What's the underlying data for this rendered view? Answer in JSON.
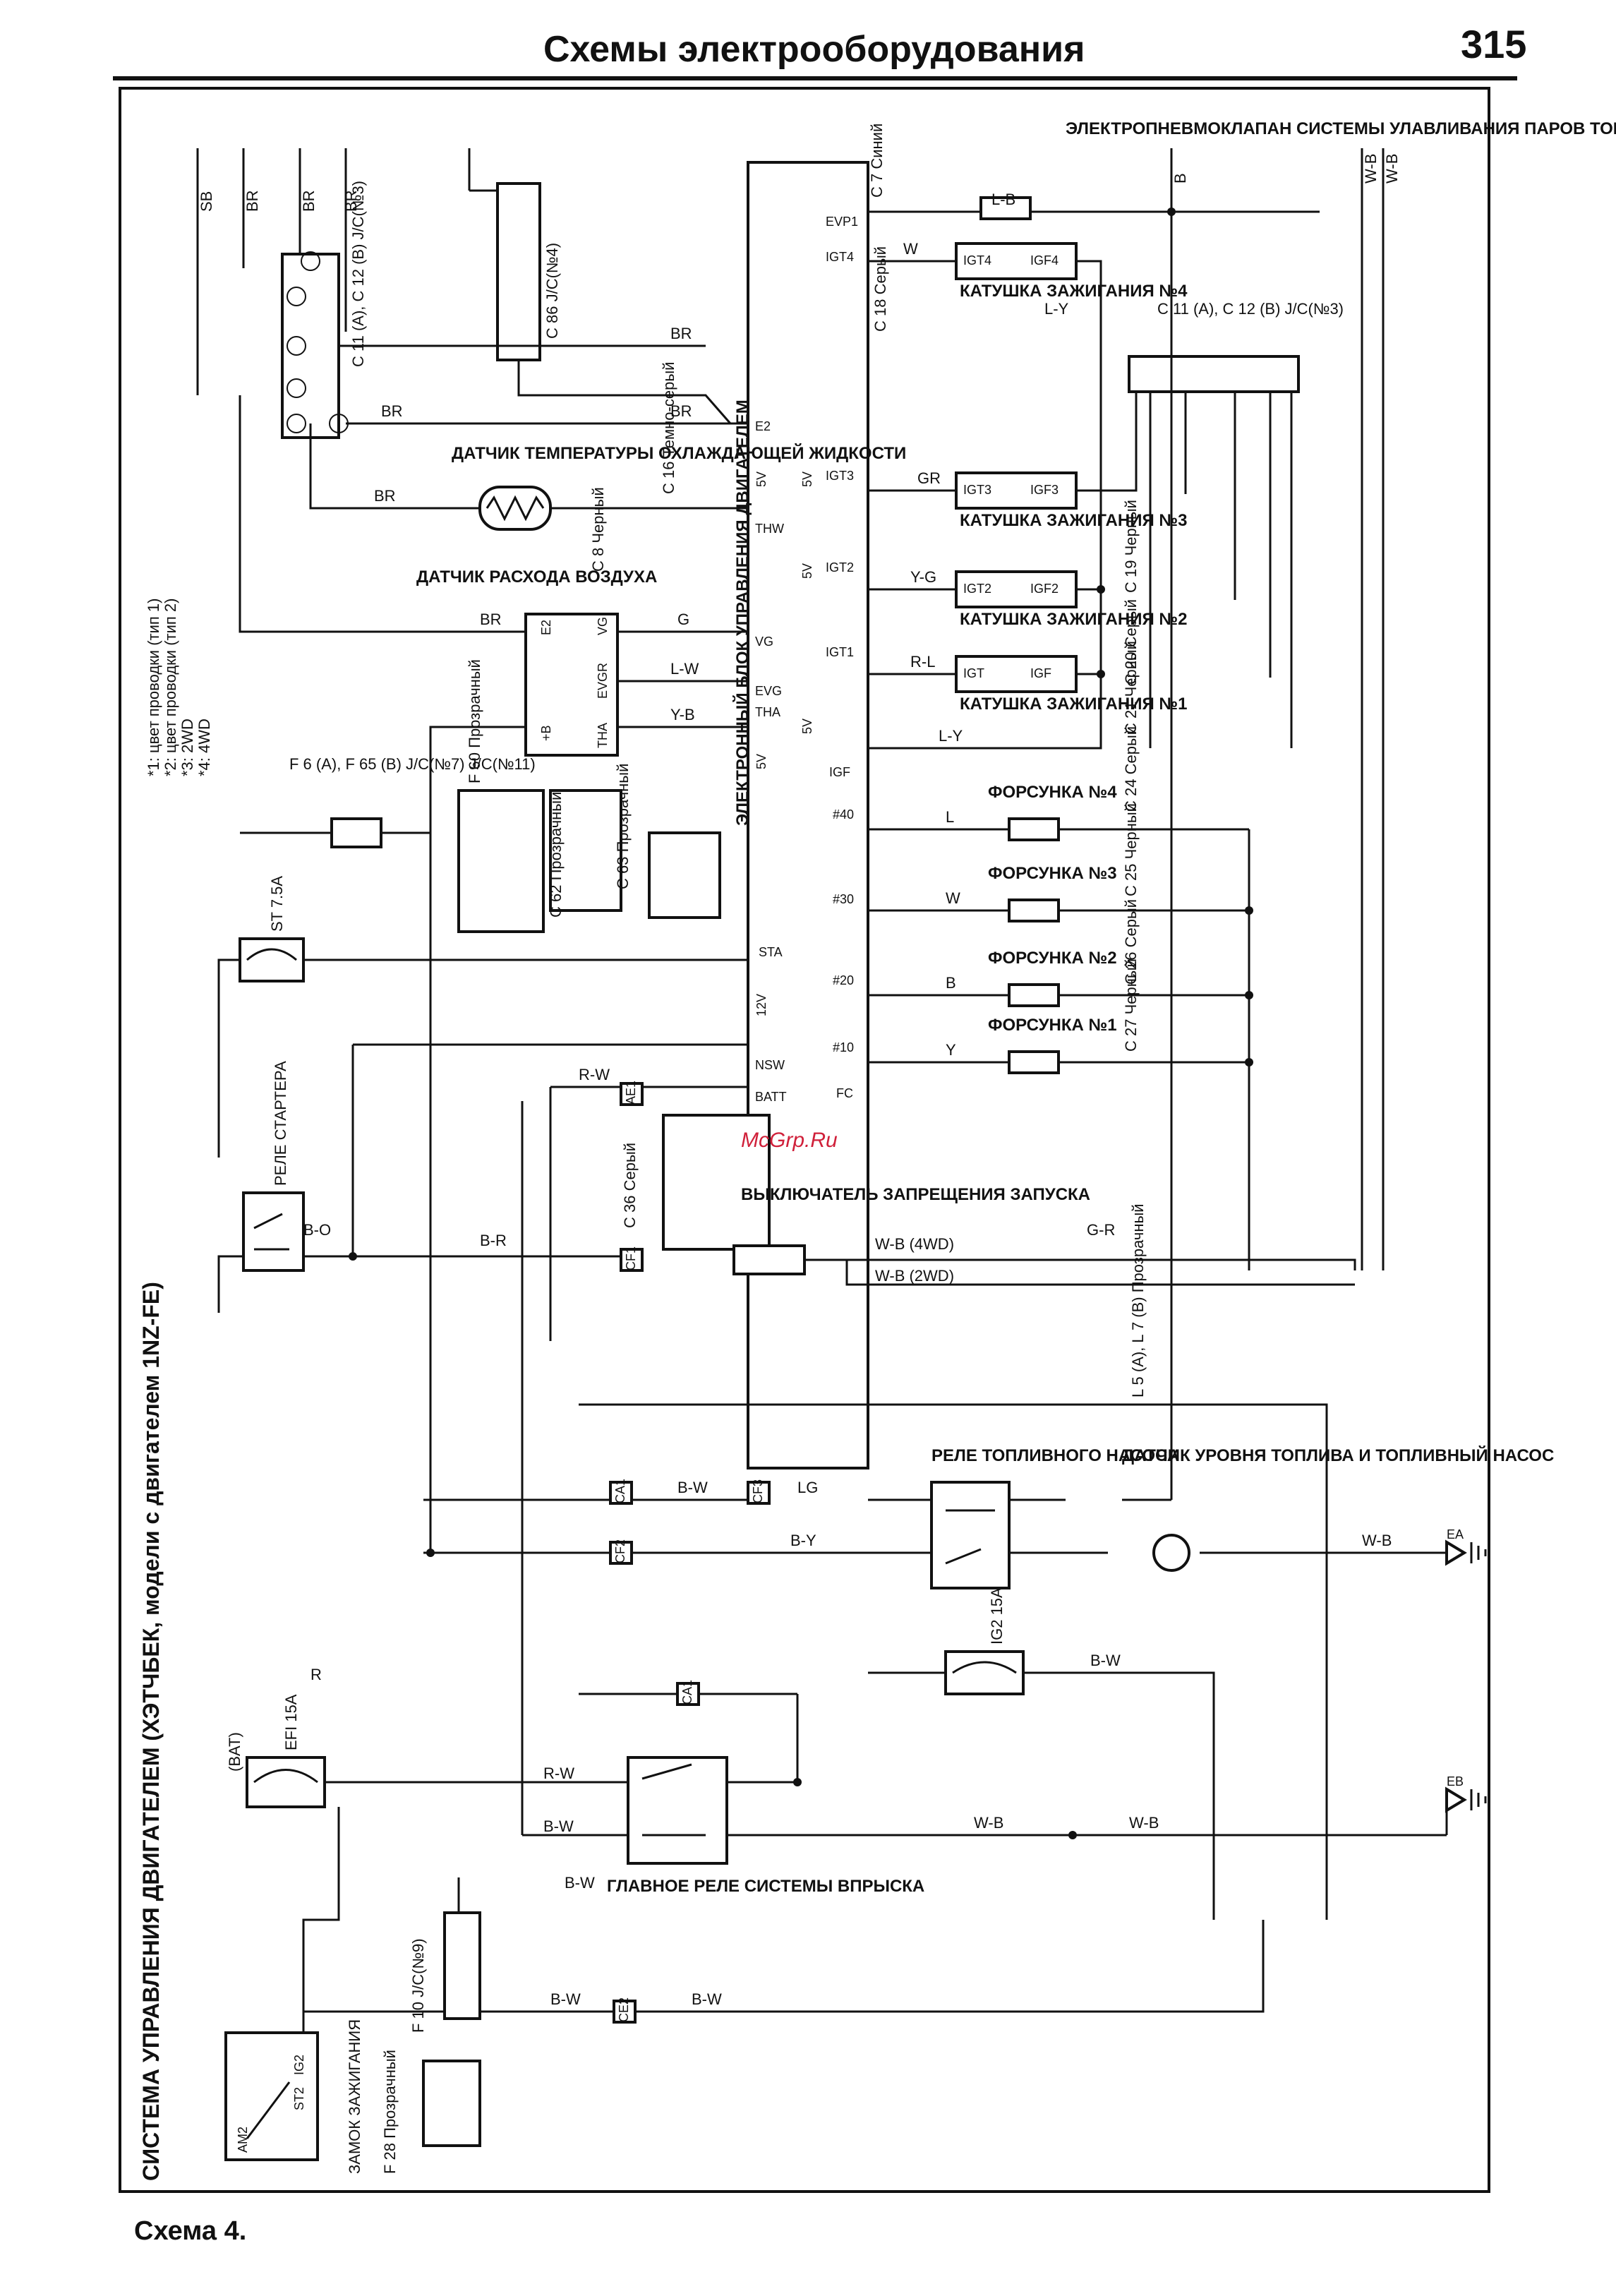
{
  "header": {
    "title": "Схемы электрооборудования",
    "page_number": "315"
  },
  "caption": "Схема 4.",
  "watermark": "McGrp.Ru",
  "side_title": "СИСТЕМА УПРАВЛЕНИЯ ДВИГАТЕЛЕМ (ХЭТЧБЕК, модели с двигателем 1NZ-FE)",
  "footnotes": [
    "*1: цвет проводки (тип 1)",
    "*2: цвет проводки (тип 2)",
    "*3: 2WD",
    "*4: 4WD"
  ],
  "ecu": {
    "label": "ЭЛЕКТРОННЫЙ БЛОК УПРАВЛЕНИЯ ДВИГАТЕЛЕМ",
    "terminals": [
      "EVP1",
      "IGT4",
      "E2",
      "THW",
      "IGT3",
      "IGT2",
      "VG",
      "IGT1",
      "EVG",
      "THA",
      "IGF",
      "#40",
      "#30",
      "STA",
      "#20",
      "NSW",
      "#10",
      "BATT",
      "FC"
    ],
    "voltages": [
      "5V",
      "5V",
      "5V",
      "5V",
      "5V",
      "12V"
    ]
  },
  "components": {
    "evap_valve": "ЭЛЕКТРОПНЕВМОКЛАПАН СИСТЕМЫ УЛАВЛИВАНИЯ ПАРОВ ТОПЛИВА",
    "evap_connector": "C 7 Синий",
    "coolant_sensor": "ДАТЧИК ТЕМПЕРАТУРЫ ОХЛАЖДАЮЩЕЙ ЖИДКОСТИ",
    "coolant_connector": "C 16 Темно-серый",
    "maf_sensor": "ДАТЧИК РАСХОДА ВОЗДУХА",
    "maf_connector": "C 8 Черный",
    "maf_pins": [
      "E2",
      "VG",
      "EVGR",
      "THA",
      "+B"
    ],
    "coil4": "КАТУШКА ЗАЖИГАНИЯ №4",
    "coil3": "КАТУШКА ЗАЖИГАНИЯ №3",
    "coil2": "КАТУШКА ЗАЖИГАНИЯ №2",
    "coil1": "КАТУШКА ЗАЖИГАНИЯ №1",
    "coil_pins": [
      [
        "IGT4",
        "IGF4"
      ],
      [
        "IGT3",
        "IGF3"
      ],
      [
        "IGT2",
        "IGF2"
      ],
      [
        "IGT",
        "IGF"
      ]
    ],
    "coil4_connector": "C 18 Серый",
    "coil3_connector": "C 19 Черный",
    "coil2_connector": "C 20 Серый",
    "coil1_connector": "C 21 Черный",
    "injector4": "ФОРСУНКА №4",
    "injector3": "ФОРСУНКА №3",
    "injector2": "ФОРСУНКА №2",
    "injector1": "ФОРСУНКА №1",
    "injector4_connector": "C 24 Серый",
    "injector3_connector": "C 25 Черный",
    "injector2_connector": "C 26 Серый",
    "injector1_connector": "C 27 Черный",
    "starter_relay": "РЕЛЕ СТАРТЕРА",
    "inhibitor_switch": "ВЫКЛЮЧАТЕЛЬ ЗАПРЕЩЕНИЯ ЗАПУСКА",
    "inhibitor_connector": "C 36 Серый",
    "fuel_pump_relay": "РЕЛЕ ТОПЛИВНОГО НАСОСА",
    "fuel_gauge_pump": "ДАТЧИК УРОВНЯ ТОПЛИВА И ТОПЛИВНЫЙ НАСОС",
    "fuel_gauge_connector": "L 5 (A), L 7 (B) Прозрачный",
    "main_relay": "ГЛАВНОЕ РЕЛЕ СИСТЕМЫ ВПРЫСКА",
    "ignition_switch": "ЗАМОК ЗАЖИГАНИЯ",
    "ignition_connector": "F 28 Прозрачный",
    "ignition_pins": [
      "IG2",
      "ST2",
      "AM2"
    ],
    "fuse_st": "ST 7.5A",
    "fuse_efi": "EFI 15A",
    "fuse_ig2": "IG2 15A",
    "fuse_efi_source": "(BAT)",
    "jc3": "C 11 (A), C 12 (B) J/C(№3)",
    "jc4": "C 86 J/C(№4)",
    "jc9": "F 10 J/C(№9)",
    "jc7_11": "F 6 (A), F 65 (B) J/C(№7) J/C(№11)",
    "connector_f60": "F 60 Прозрачный",
    "connector_c62": "C 62 Прозрачный",
    "connector_c63": "C 63 Прозрачный"
  },
  "wire_colors": [
    "BR",
    "B",
    "R",
    "L-B",
    "W",
    "L-Y",
    "GR",
    "Y-G",
    "R-L",
    "G",
    "L-W",
    "Y-B",
    "B-W",
    "W-B",
    "R-W",
    "SB",
    "B-O",
    "B-R",
    "LG",
    "B-Y",
    "G-R",
    "Y",
    "L"
  ],
  "ground_labels": [
    "EA",
    "EB"
  ],
  "wiring_notes": [
    "W-B (4WD)",
    "W-B (2WD)"
  ],
  "connector_tags": [
    "AE1",
    "CF1",
    "CA1",
    "CF2",
    "CF3",
    "CA1",
    "CE2"
  ],
  "colors": {
    "ink": "#111111",
    "paper": "#ffffff",
    "watermark": "#d0203a"
  }
}
